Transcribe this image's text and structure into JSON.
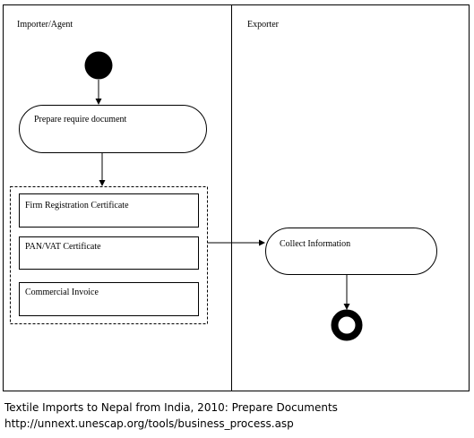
{
  "lanes": {
    "left_title": "Importer/Agent",
    "right_title": "Exporter"
  },
  "nodes": {
    "prepare_document": "Prepare require document",
    "documents": [
      "Firm Registration Certificate",
      "PAN/VAT Certificate",
      "Commercial Invoice"
    ],
    "collect_information": "Collect Information"
  },
  "caption": {
    "line1": "Textile Imports to Nepal from India, 2010: Prepare Documents",
    "line2": "http://unnext.unescap.org/tools/business_process.asp"
  }
}
